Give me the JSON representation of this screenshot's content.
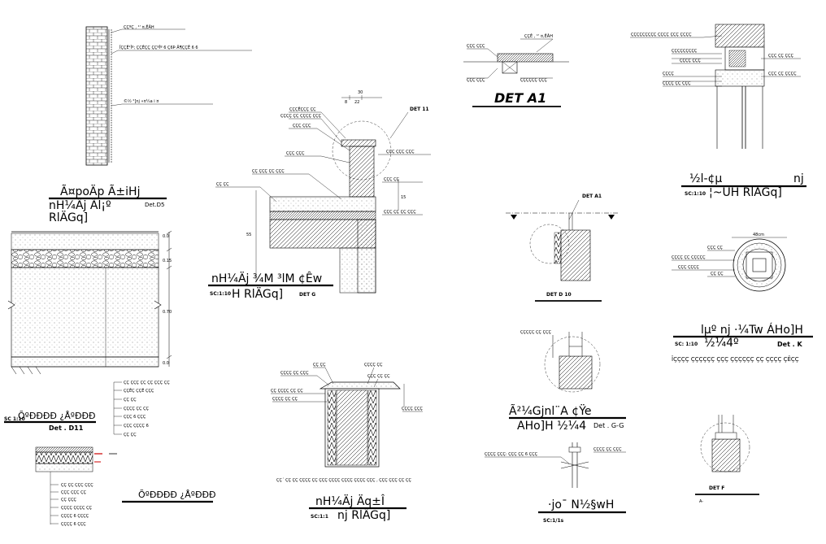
{
  "drawing": {
    "brick_wall": {
      "notes": [
        "ÇÇºÇ , ¹' ¤,ÊÂH",
        "ÎÇÇÊ¹Îº; ÇÇÊÇÇ ÇÇºÎº 6 Ç6Þ Ä¶ÇÇÊ 6 6",
        "©½ ²]nj »¤¼a i ¤"
      ],
      "title_line1": "Ã¤poÄp Ã±iHj",
      "title_line2": "nH¼Äj Ãl¡º",
      "ref": "Det.D5",
      "title_line3": "RlÄGq]"
    },
    "floor_section": {
      "levels": [
        "0.0",
        "0.15",
        "0.70",
        "0.0"
      ],
      "layer_notes": [
        "ÇÇ ÇÇÇ ÇÇ ÇÇ ÇÇÇ ÇÇ",
        "ÇÇÊÇ ÇÇÊ ÇÇÇ",
        "ÇÇ ÇÇ",
        "ÇÇÇÇ ÇÇ ÇÇ",
        "ÇÇÇ 6 ÇÇÇ",
        "ÇÇÇ ÇÇÇÇ 6",
        "ÇÇ ÇÇ"
      ],
      "title": "ÕºÐÐÐÐ ¿ÅºÐÐÐ",
      "scale": "SC 1:10",
      "ref": "Det . D11"
    },
    "small_section": {
      "layer_notes": [
        "ÇÇ ÇÇ ÇÇÇ ÇÇÇ",
        "ÇÇÇ ÇÇÇ ÇÇ",
        "ÇÇ ÇÇÇ",
        "ÇÇÇÇ ÇÇÇÇ ÇÇ",
        "ÇÇÇÇ 6 ÇÇÇÇ",
        "ÇÇÇÇ 6 ÇÇÇ"
      ],
      "title": "ÕºÐÐÐÐ ¿ÅºÐÐÐ"
    },
    "parapet": {
      "dims": [
        "30",
        "8",
        "22",
        "15",
        "55"
      ],
      "callout": "DET 11",
      "notes": [
        "ÇÇÇÊÇÇÇ ÇÇ",
        "ÇÇÇÇ ÇÇ ÇÇÇÇ ÇÇÇ",
        "ÇÇÇ ÇÇÇ",
        "ÇÇÇ ÇÇÇ",
        "ÇÇ ÇÇÇ ÇÇ ÇÇÇ",
        "ÇÇ ÇÇ",
        "ÇÇÇ ÇÇÇ ÇÇÇ",
        "ÇÇÇ ÇÇ ÇÇ ÇÇÇ",
        "ÇÇÇ ÇÇ"
      ],
      "title": "nH¼Äj ¾M ³lM ¢Êw",
      "scale": "SC:1:10",
      "subtitle": "H RlÄGq]",
      "ref": "DET G"
    },
    "coping": {
      "notes": [
        "ÇÇ ÇÇ",
        "ÇÇÇÇ ÇÇ ÇÇÇ",
        "ÇÇ ÇÇÇÇ ÇÇ ÇÇ",
        "ÇÇÇÇ ÇÇ ÇÇ",
        "ÇÇÇÇ ÇÇ",
        "ÇÇÇ ÇÇ ÇÇ",
        "ÇÇÇÇ ÇÇÇ"
      ],
      "bottom_note": "ÇÇ´ ÇÇ ÇÇ ÇÇÇÇ ÇÇ ÇÇÇ ÇÇÇÇ ÇÇÇÇ ÇÇÇÇ ÇÇÇ , ÇÇÇ ÇÇÇ ÇÇ ÇÇ",
      "title": "nH¼Äj Äq±Î",
      "scale": "SC:1:1",
      "subtitle": "nj RlÄGq]"
    },
    "det_a1": {
      "notes": [
        "ÇÇÊ , ¹' ¤,ÊÂH",
        "ÇÇÇ ÇÇÇ",
        "ÇÇÇ ÇÇÇ",
        "ÇÇÇÇÇÇ ÇÇÇ"
      ],
      "title": "DET A1"
    },
    "door_frame": {
      "notes": [
        "ÇÇÇÇÇÇÇÇÇ ÇÇÇÇ ÇÇÇ ÇÇÇÇ",
        "ÇÇÇÇÇÇÇÇÇ",
        "ÇÇÇÇ ÇÇÇ",
        "ÇÇÇÇ",
        "ÇÇÇÇ ÇÇ ÇÇÇ",
        "ÇÇÇ ÇÇ ÇÇÇ",
        "ÇÇÇ ÇÇ ÇÇÇÇ"
      ],
      "title": "½l-¢µ",
      "title_right": "nj",
      "scale": "SC:1:10",
      "subtitle": "¦~UH RlÄGq]"
    },
    "det_d10": {
      "callout": "DET A1",
      "title": "DET D 10"
    },
    "grille": {
      "dims": [
        "48cm"
      ],
      "notes": [
        "ÇÇÇ ÇÇ",
        "ÇÇÇÇ ÇÇ ÇÇÇÇÇ",
        "ÇÇÇ ÇÇÇÇ",
        "ÇÇ ÇÇ"
      ],
      "title": "lµº nj ·¼Tw ÁHo]H",
      "scale": "SC: 1:10",
      "subtitle": "½¼4º",
      "ref": "Det . K",
      "note": "ÎÇÇÇÇ ÇÇÇÇÇÇ ÇÇÇ ÇÇÇÇÇÇ ÇÇ ÇÇÇÇ ÇÊÇÇ"
    },
    "det_gg": {
      "note": "ÇÇÇÇÇ ÇÇ ÇÇÇ",
      "title": "Ã²¼Gjnl¨A ¢Ÿe",
      "subtitle": "AHo]H ½¼4",
      "ref": "Det . G-G"
    },
    "anchor": {
      "notes": [
        "ÇÇÇÇ ÇÇÇ: ÇÇÇ ÇÇ 6 ÇÇÇ",
        "ÇÇÇÇ ÇÇ ÇÇÇ"
      ],
      "title": "·jo¯ N½§wH",
      "scale": "SC:1/1s"
    },
    "det_f": {
      "title": "DET F",
      "sub": "A-"
    }
  }
}
